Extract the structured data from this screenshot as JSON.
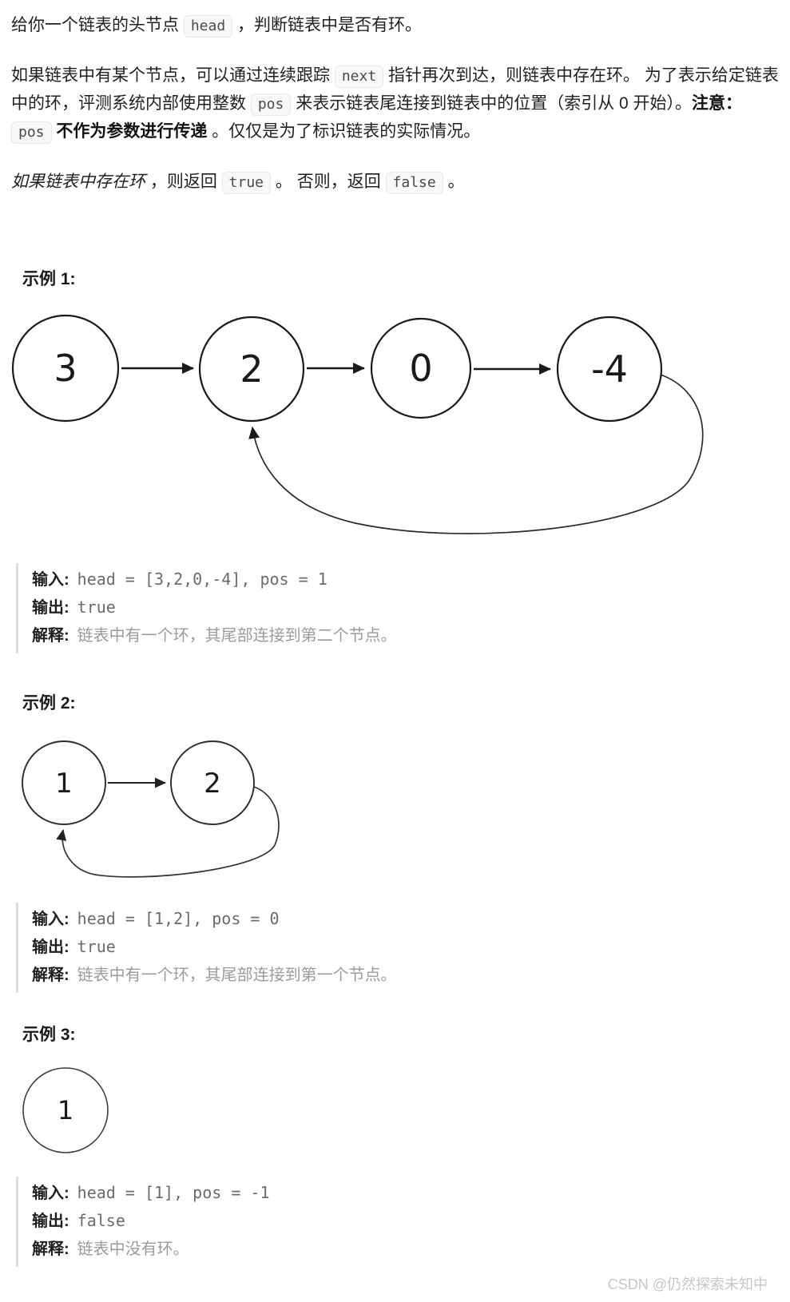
{
  "meta": {
    "watermark": "CSDN @仍然探索未知中"
  },
  "problem": {
    "p1": [
      {
        "style": "plain",
        "text": "给你一个链表的头节点 "
      },
      {
        "style": "code",
        "text": "head"
      },
      {
        "style": "plain",
        "text": " ，判断链表中是否有环。"
      }
    ],
    "p2": [
      {
        "style": "plain",
        "text": "如果链表中有某个节点，可以通过连续跟踪 "
      },
      {
        "style": "code",
        "text": "next"
      },
      {
        "style": "plain",
        "text": " 指针再次到达，则链表中存在环。 为了表示给定链表中的环，评测系统内部使用整数 "
      },
      {
        "style": "code",
        "text": "pos"
      },
      {
        "style": "plain",
        "text": " 来表示链表尾连接到链表中的位置（索引从 0 开始）。"
      },
      {
        "style": "bold",
        "text": "注意："
      },
      {
        "style": "plain",
        "text": " "
      },
      {
        "style": "code",
        "text": "pos"
      },
      {
        "style": "plain",
        "text": " "
      },
      {
        "style": "bold",
        "text": "不作为参数进行传递"
      },
      {
        "style": "plain",
        "text": " 。仅仅是为了标识链表的实际情况。"
      }
    ],
    "p3": [
      {
        "style": "italic",
        "text": "如果链表中存在环"
      },
      {
        "style": "plain",
        "text": " ，则返回 "
      },
      {
        "style": "code",
        "text": "true"
      },
      {
        "style": "plain",
        "text": " 。 否则，返回 "
      },
      {
        "style": "code",
        "text": "false"
      },
      {
        "style": "plain",
        "text": " 。"
      }
    ]
  },
  "diagrams": [
    {
      "nodes": [
        "3",
        "2",
        "0",
        "-4"
      ],
      "cycle_tail_connects_to_index": 1
    },
    {
      "nodes": [
        "1",
        "2"
      ],
      "cycle_tail_connects_to_index": 0
    },
    {
      "nodes": [
        "1"
      ],
      "cycle_tail_connects_to_index": -1
    }
  ],
  "examples": [
    {
      "heading": "示例 1:",
      "input_label": "输入:",
      "input_value": "head = [3,2,0,-4], pos = 1",
      "output_label": "输出:",
      "output_value": "true",
      "explain_label": "解释:",
      "explain_value": "链表中有一个环，其尾部连接到第二个节点。"
    },
    {
      "heading": "示例 2:",
      "input_label": "输入:",
      "input_value": "head = [1,2], pos = 0",
      "output_label": "输出:",
      "output_value": "true",
      "explain_label": "解释:",
      "explain_value": "链表中有一个环，其尾部连接到第一个节点。"
    },
    {
      "heading": "示例 3:",
      "input_label": "输入:",
      "input_value": "head = [1], pos = -1",
      "output_label": "输出:",
      "output_value": "false",
      "explain_label": "解释:",
      "explain_value": "链表中没有环。"
    }
  ]
}
